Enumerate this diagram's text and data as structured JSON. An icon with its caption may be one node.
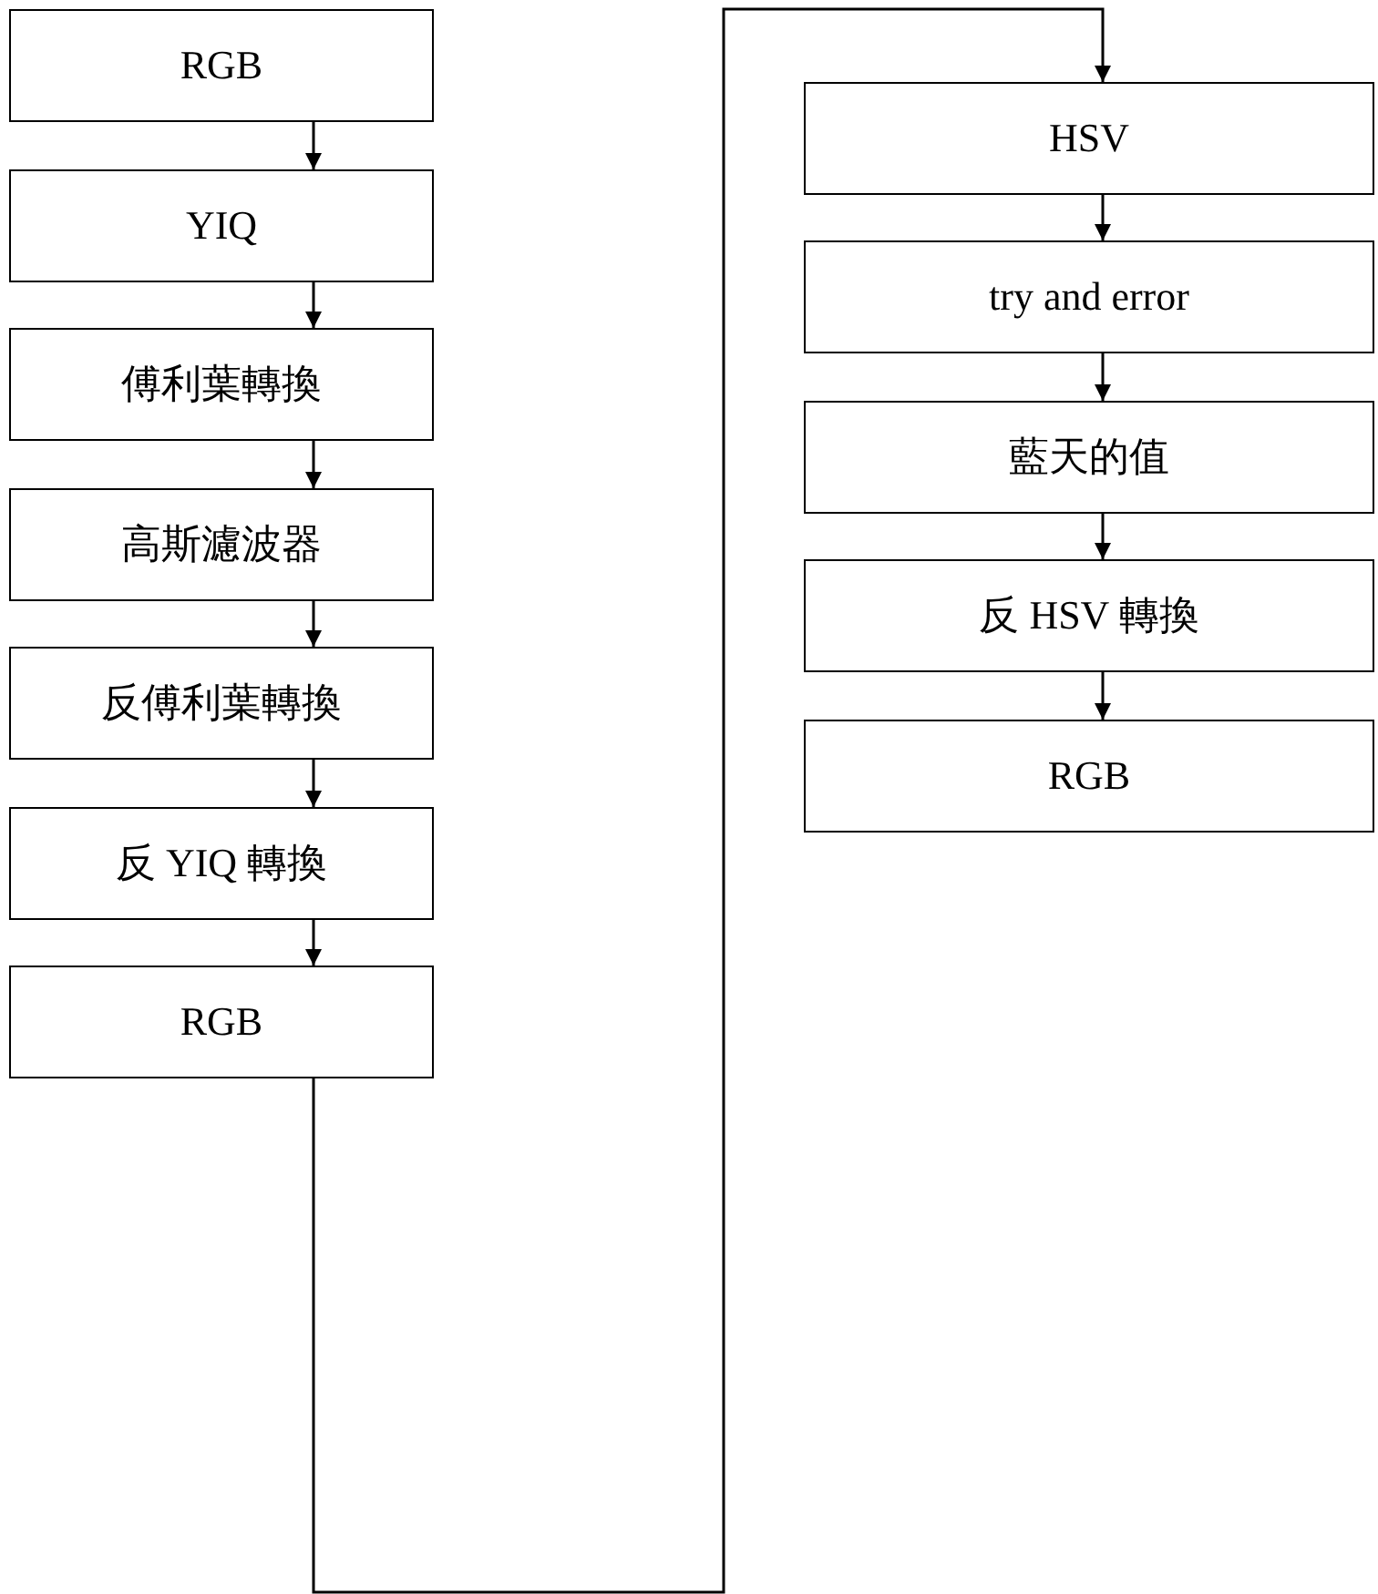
{
  "diagram": {
    "nodes": [
      {
        "text": [
          "RGB"
        ]
      },
      {
        "text": [
          "YIQ"
        ]
      },
      {
        "text": [
          "傅利葉轉換"
        ]
      },
      {
        "text": [
          "高斯濾波器"
        ]
      },
      {
        "text": [
          "反傅利葉轉換"
        ]
      },
      {
        "text": [
          "反 YIQ 轉換"
        ]
      },
      {
        "text": [
          "RGB"
        ]
      },
      {
        "text": [
          "HSV"
        ]
      },
      {
        "text": [
          "try and error"
        ]
      },
      {
        "text": [
          "藍天的值"
        ]
      },
      {
        "text": [
          "反 HSV 轉換"
        ]
      },
      {
        "text": [
          "RGB"
        ]
      }
    ],
    "edges": [
      {
        "from": 0,
        "to": 1,
        "arrow": "to"
      },
      {
        "from": 1,
        "to": 2,
        "arrow": "to"
      },
      {
        "from": 2,
        "to": 3,
        "arrow": "to"
      },
      {
        "from": 3,
        "to": 4,
        "arrow": "to"
      },
      {
        "from": 4,
        "to": 5,
        "arrow": "to"
      },
      {
        "from": 5,
        "to": 6,
        "arrow": "to"
      },
      {
        "from": 6,
        "to": 7,
        "arrow": "to"
      },
      {
        "from": 7,
        "to": 8,
        "arrow": "to"
      },
      {
        "from": 8,
        "to": 9,
        "arrow": "to"
      },
      {
        "from": 9,
        "to": 10,
        "arrow": "to"
      },
      {
        "from": 10,
        "to": 11,
        "arrow": "to"
      }
    ]
  }
}
